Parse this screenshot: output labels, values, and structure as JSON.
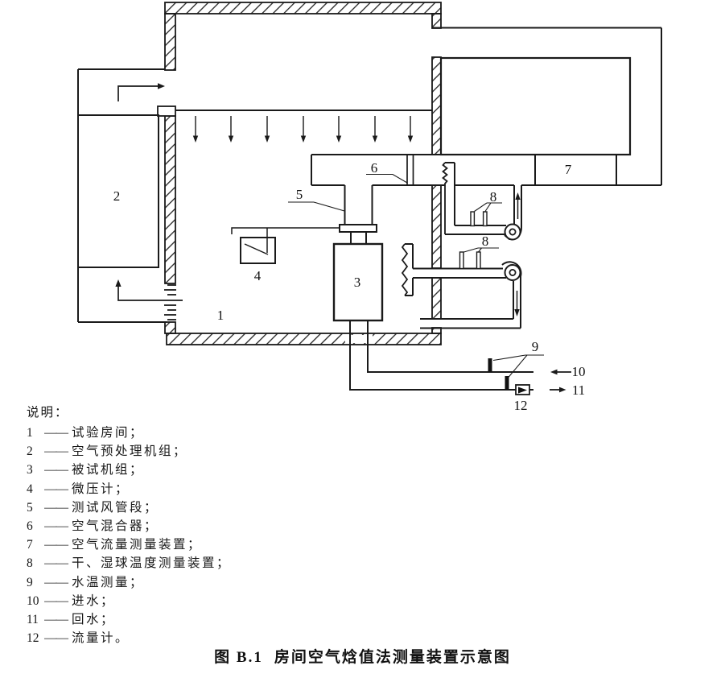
{
  "figure": {
    "caption_prefix": "图 B.1",
    "caption_title": "房间空气焓值法测量装置示意图"
  },
  "legend": {
    "heading": "说明：",
    "dash": "——",
    "items": [
      {
        "num": "1",
        "label": "试验房间；"
      },
      {
        "num": "2",
        "label": "空气预处理机组；"
      },
      {
        "num": "3",
        "label": "被试机组；"
      },
      {
        "num": "4",
        "label": "微压计；"
      },
      {
        "num": "5",
        "label": "测试风管段；"
      },
      {
        "num": "6",
        "label": "空气混合器；"
      },
      {
        "num": "7",
        "label": "空气流量测量装置；"
      },
      {
        "num": "8",
        "label": "干、湿球温度测量装置；"
      },
      {
        "num": "9",
        "label": "水温测量；"
      },
      {
        "num": "10",
        "label": "进水；"
      },
      {
        "num": "11",
        "label": "回水；"
      },
      {
        "num": "12",
        "label": "流量计。"
      }
    ]
  },
  "diagram": {
    "labels": {
      "room": "1",
      "pretreatment_unit": "2",
      "unit_under_test": "3",
      "micro_manometer": "4",
      "test_duct": "5",
      "air_mixer": "6",
      "airflow_device": "7",
      "temp_device_upper": "8",
      "temp_device_lower": "8",
      "water_temp": "9",
      "water_inlet": "10",
      "water_return": "11",
      "flow_meter": "12"
    },
    "line_color": "#1a1a1a"
  }
}
